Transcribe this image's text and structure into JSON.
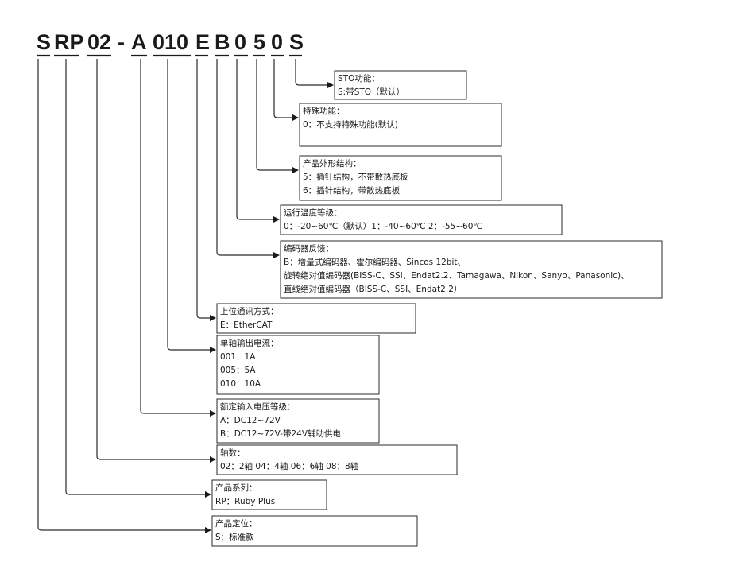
{
  "code_segments": [
    "S",
    "RP",
    "02",
    "-",
    "A",
    "010",
    "E",
    "B",
    "0",
    "5",
    "0",
    "S"
  ],
  "boxes": [
    {
      "title": "STO功能：",
      "lines": [
        "S:带STO（默认）"
      ]
    },
    {
      "title": "特殊功能：",
      "lines": [
        "0：不支持特殊功能(默认)"
      ]
    },
    {
      "title": "产品外形结构：",
      "lines": [
        "5：插针结构，不带散热底板",
        "6：插针结构，带散热底板"
      ]
    },
    {
      "title": "运行温度等级：",
      "lines": [
        "0：-20~60℃（默认）1：-40~60℃ 2：-55~60℃"
      ]
    },
    {
      "title": "编码器反馈：",
      "lines": [
        "B：增量式编码器、霍尔编码器、Sincos 12bit、",
        "旋转绝对值编码器(BISS-C、SSI、Endat2.2、Tamagawa、Nikon、Sanyo、Panasonic)、",
        "直线绝对值编码器（BISS-C、SSI、Endat2.2）"
      ]
    },
    {
      "title": "上位通讯方式：",
      "lines": [
        "E：EtherCAT"
      ]
    },
    {
      "title": "单轴输出电流：",
      "lines": [
        "001：1A",
        "005：5A",
        "010：10A"
      ]
    },
    {
      "title": "额定输入电压等级：",
      "lines": [
        "A：DC12~72V",
        "B：DC12~72V-带24V辅助供电"
      ]
    },
    {
      "title": "轴数：",
      "lines": [
        "02：2轴 04：4轴  06：6轴  08：8轴"
      ]
    },
    {
      "title": "产品系列：",
      "lines": [
        "RP：Ruby Plus"
      ]
    },
    {
      "title": "产品定位：",
      "lines": [
        "S：标准款"
      ]
    }
  ]
}
